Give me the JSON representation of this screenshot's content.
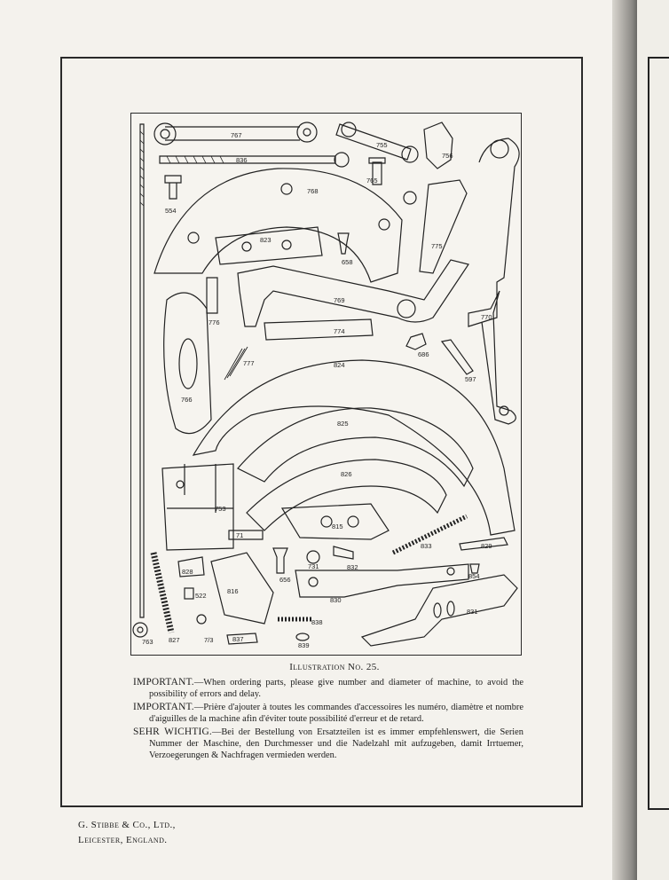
{
  "caption": {
    "title": "Illustration No. 25."
  },
  "notes": [
    {
      "lead": "IMPORTANT.",
      "text": "—When ordering parts, please give number and diameter of machine, to avoid the possibility of errors and delay."
    },
    {
      "lead": "IMPORTANT.",
      "text": "—Prière d'ajouter à toutes les commandes d'accessoires les numéro, diamètre et nombre d'aiguilles de la machine afin d'éviter toute possibilité d'erreur et de retard."
    },
    {
      "lead": "SEHR WICHTIG.",
      "text": "—Bei der Bestellung von Ersatzteilen ist es immer empfehlenswert, die Serien Nummer der Maschine, den Durchmesser und die Nadelzahl mit aufzugeben, damit Irrtuemer, Verzoegerungen & Nachfragen vermieden werden."
    }
  ],
  "footer": {
    "line1": "G. Stibbe & Co., Ltd.,",
    "line2": "Leicester, England."
  },
  "parts": {
    "p767": "767",
    "p836": "836",
    "p554": "554",
    "p755": "755",
    "p765": "765",
    "p756": "756",
    "p768": "768",
    "p823": "823",
    "p658": "658",
    "p775": "775",
    "p776": "776",
    "p769": "769",
    "p770": "770",
    "p774": "774",
    "p686": "686",
    "p597": "597",
    "p777": "777",
    "p766": "766",
    "p824": "824",
    "p825": "825",
    "p826": "826",
    "p753": "753",
    "p771": "71",
    "p815": "815",
    "p833": "833",
    "p829": "829",
    "p828": "828",
    "p656": "656",
    "p731": "731",
    "p832": "832",
    "p854": "854",
    "p816": "816",
    "p522": "522",
    "p830": "830",
    "p831": "831",
    "p763": "763",
    "p827": "827",
    "p713": "7/3",
    "p837": "837",
    "p838": "838",
    "p839": "839"
  }
}
